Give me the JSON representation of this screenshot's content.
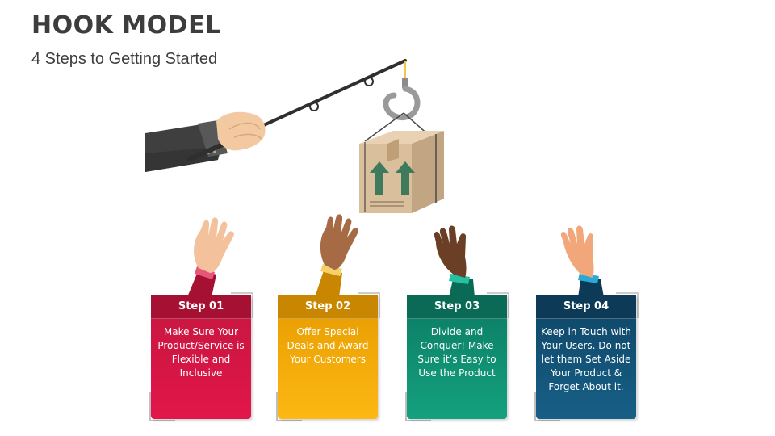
{
  "header": {
    "title": "HOOK MODEL",
    "subtitle": "4 Steps to Getting Started"
  },
  "steps": [
    {
      "label": "Step 01",
      "text": "Make Sure Your Product/Service is Flexible and Inclusive",
      "color": "#d3163f"
    },
    {
      "label": "Step 02",
      "text": "Offer Special Deals and Award Your Customers",
      "color": "#f5a800"
    },
    {
      "label": "Step 03",
      "text": "Divide and Conquer! Make Sure it’s Easy to Use the Product",
      "color": "#0f8c6e"
    },
    {
      "label": "Step 04",
      "text": "Keep in Touch with Your Users. Do not let them Set Aside Your Product & Forget About it.",
      "color": "#134f72"
    }
  ],
  "illustration": {
    "hand_with_rod": "hand-holding-fishing-rod-icon",
    "hook": "hook-icon",
    "box": "cardboard-box-icon",
    "raised_hands": [
      "raised-hand-icon",
      "raised-hand-icon",
      "raised-hand-icon",
      "raised-hand-icon"
    ]
  }
}
